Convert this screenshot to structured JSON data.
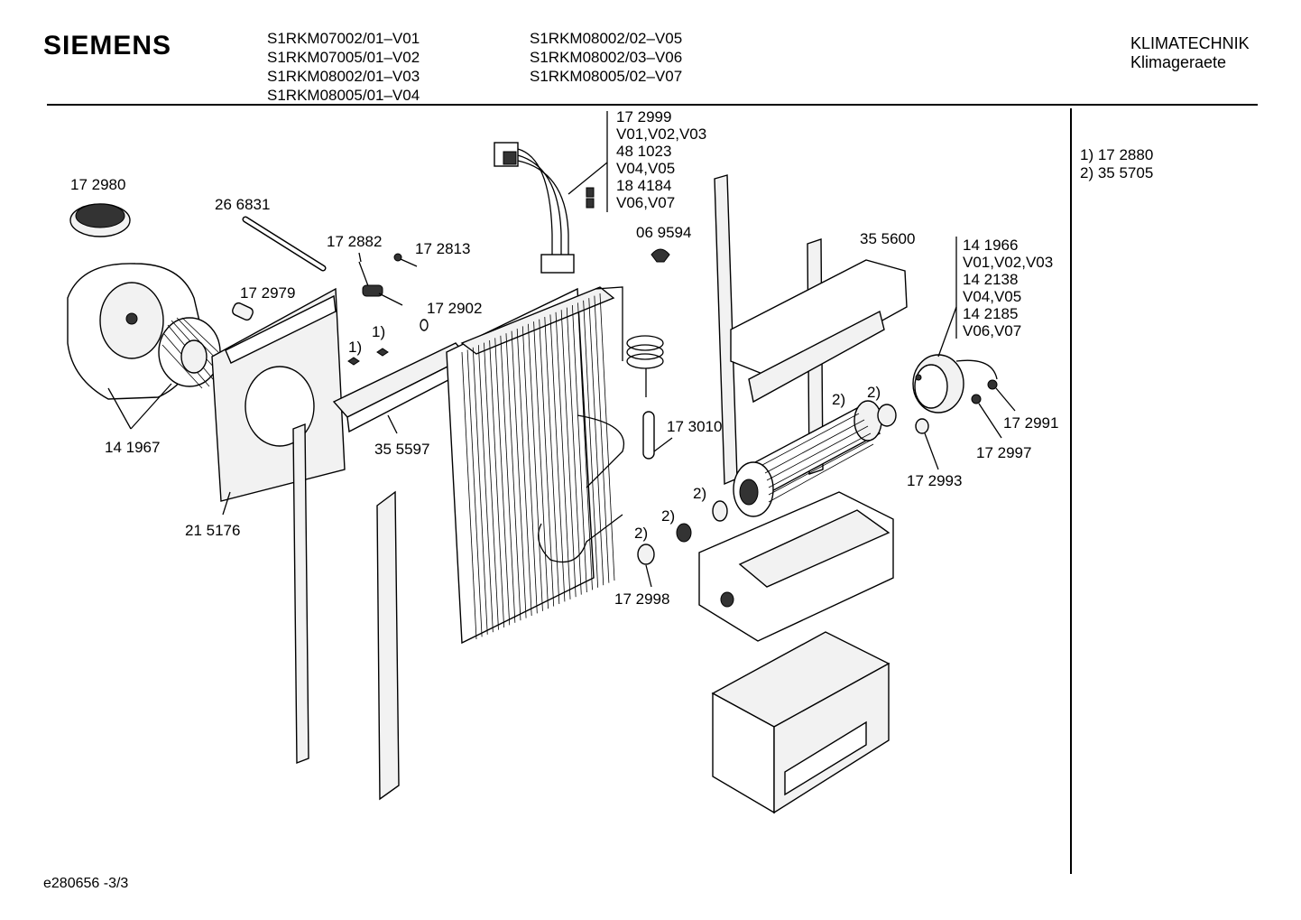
{
  "header": {
    "brand": "SIEMENS",
    "models_col1": [
      "S1RKM07002/01–V01",
      "S1RKM07005/01–V02",
      "S1RKM08002/01–V03",
      "S1RKM08005/01–V04"
    ],
    "models_col2": [
      "S1RKM08002/02–V05",
      "S1RKM08002/03–V06",
      "S1RKM08005/02–V07"
    ],
    "category": "KLIMATECHNIK",
    "subcategory": "Klimageraete"
  },
  "notes": [
    "1)  17 2880",
    "2)  35 5705"
  ],
  "labels": {
    "p172980": "17 2980",
    "p266831": "26 6831",
    "p172882": "17 2882",
    "p172813": "17 2813",
    "p172979": "17 2979",
    "p172902": "17 2902",
    "p141967": "14 1967",
    "p355597": "35 5597",
    "p215176": "21 5176",
    "p172999": "17 2999",
    "v010203a": "V01,V02,V03",
    "p481023": "48 1023",
    "v0405a": "V04,V05",
    "p184184": "18 4184",
    "v0607a": "V06,V07",
    "p069594": "06 9594",
    "p355600": "35 5600",
    "p141966": "14 1966",
    "v010203b": "V01,V02,V03",
    "p142138": "14 2138",
    "v0405b": "V04,V05",
    "p142185": "14 2185",
    "v0607b": "V06,V07",
    "p173010": "17 3010",
    "p172991": "17 2991",
    "p172997": "17 2997",
    "p172993": "17 2993",
    "p172998": "17 2998",
    "ref1": "1)",
    "ref2": "2)"
  },
  "footer": "e280656 -3/3"
}
